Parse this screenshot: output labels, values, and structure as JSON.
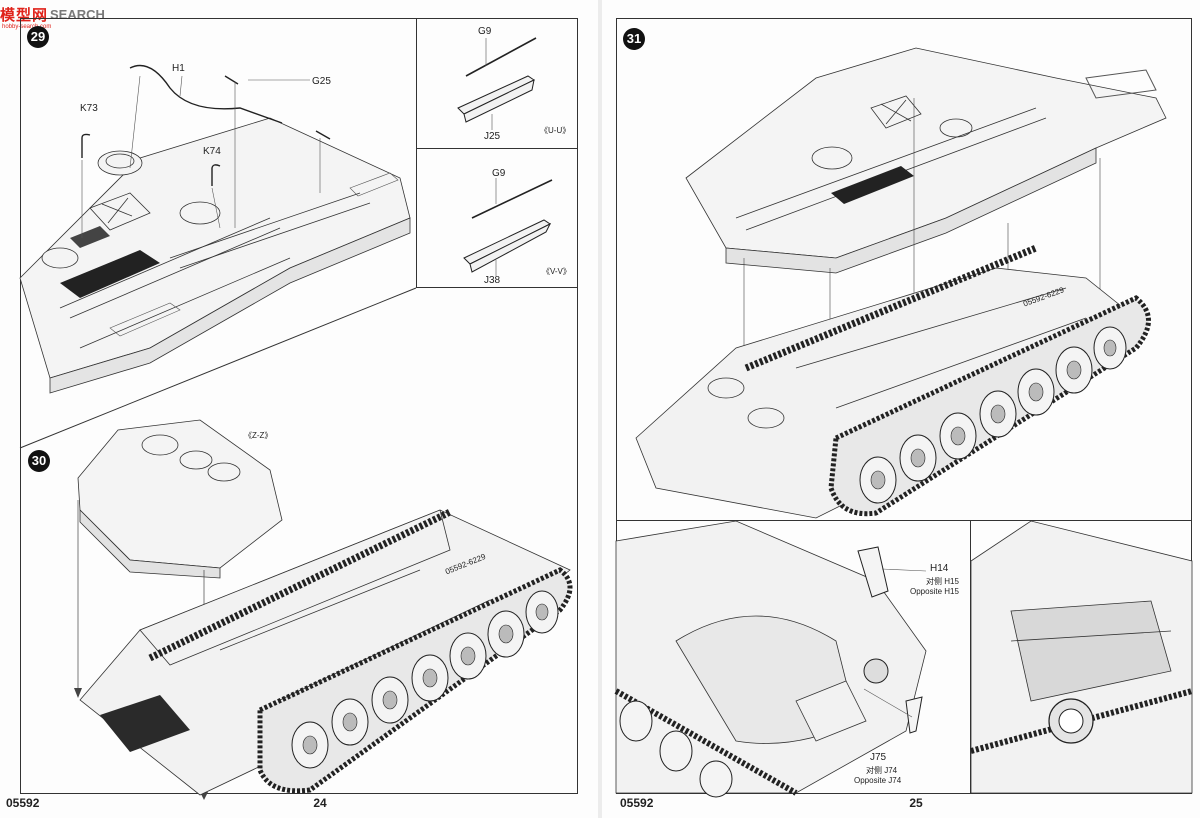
{
  "watermark": {
    "brand_cn": "模型网",
    "brand_en": "SEARCH",
    "url": "hobby-search.com"
  },
  "left_page": {
    "code": "05592",
    "number": "24",
    "step_29": {
      "number": "29",
      "callouts": {
        "h1": "H1",
        "g25": "G25",
        "k73": "K73",
        "k74": "K74"
      }
    },
    "detail_uu": {
      "part_top": "G9",
      "part_bottom": "J25",
      "view": "《U-U》"
    },
    "detail_vv": {
      "part_top": "G9",
      "part_bottom": "J38",
      "view": "《V-V》"
    },
    "step_30": {
      "number": "30",
      "view": "《Z-Z》",
      "hull_marking": "05592-6229"
    }
  },
  "right_page": {
    "code": "05592",
    "number": "25",
    "step_31": {
      "number": "31",
      "hull_marking": "05592-6229"
    },
    "callout_h14": {
      "part": "H14",
      "cn": "对侧 H15",
      "en": "Opposite H15"
    },
    "callout_j75": {
      "part": "J75",
      "cn": "对侧 J74",
      "en": "Opposite J74"
    }
  }
}
